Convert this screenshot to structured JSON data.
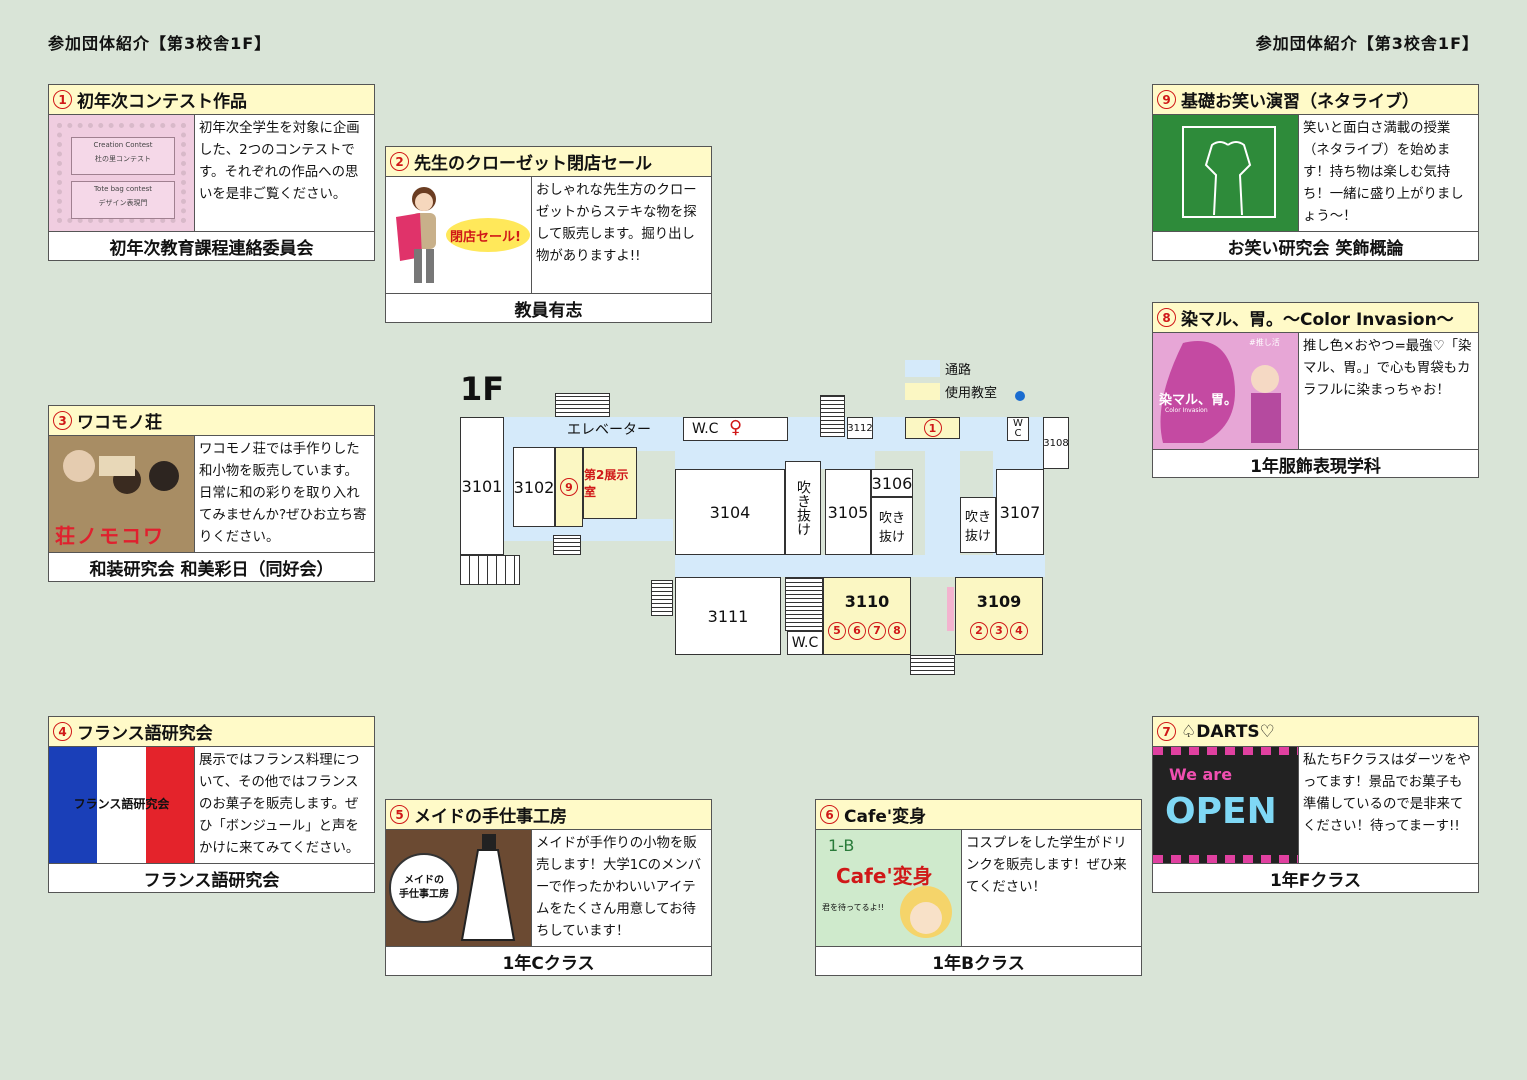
{
  "header": {
    "left": "参加団体紹介【第3校舎1F】",
    "right": "参加団体紹介【第3校舎1F】"
  },
  "cards": [
    {
      "num": "1",
      "title": "初年次コンテスト作品",
      "desc": "初年次全学生を対象に企画した、2つのコンテストです。それぞれの作品への思いを是非ご覧ください。",
      "org": "初年次教育課程連絡委員会",
      "img_text": [
        "Creation Contest",
        "杜の里コンテスト",
        "Tote bag contest",
        "デザイン表現門"
      ]
    },
    {
      "num": "2",
      "title": "先生のクローゼット閉店セール",
      "desc": "おしゃれな先生方のクローゼットからステキな物を探して販売します。掘り出し物がありますよ!!",
      "org": "教員有志",
      "img_text": [
        "閉店セール!"
      ]
    },
    {
      "num": "9",
      "title": "基礎お笑い演習（ネタライブ）",
      "desc": "笑いと面白さ満載の授業（ネタライブ）を始めます！持ち物は楽しむ気持ち！一緒に盛り上がりましょう〜！",
      "org": "お笑い研究会 笑飾概論"
    },
    {
      "num": "8",
      "title": "染マル、胃。〜Color Invasion〜",
      "desc": "推し色×おやつ=最強♡「染マル、胃。」で心も胃袋もカラフルに染まっちゃお！",
      "org": "1年服飾表現学科",
      "img_text": [
        "染マル、胃。",
        "Color Invasion",
        "#推し活"
      ]
    },
    {
      "num": "3",
      "title": "ワコモノ荘",
      "desc": "ワコモノ荘では手作りした和小物を販売しています。日常に和の彩りを取り入れてみませんか?ぜひお立ち寄りください。",
      "org": "和装研究会 和美彩日（同好会）",
      "img_text": [
        "荘ノモコワ"
      ]
    },
    {
      "num": "4",
      "title": "フランス語研究会",
      "desc": "展示ではフランス料理について、その他ではフランスのお菓子を販売します。ぜひ「ボンジュール」と声をかけに来てみてください。",
      "org": "フランス語研究会",
      "img_text": [
        "フランス語研究会"
      ]
    },
    {
      "num": "5",
      "title": "メイドの手仕事工房",
      "desc": "メイドが手作りの小物を販売します！大学1Cのメンバーで作ったかわいいアイテムをたくさん用意してお待ちしています！",
      "org": "1年Cクラス",
      "img_text": [
        "メイドの",
        "手仕事工房"
      ]
    },
    {
      "num": "6",
      "title": "Cafe'変身",
      "desc": "コスプレをした学生がドリンクを販売します！ぜひ来てください！",
      "org": "1年Bクラス",
      "img_text": [
        "1-B",
        "Cafe'変身",
        "君を待ってるよ!!"
      ]
    },
    {
      "num": "7",
      "title": "♤DARTS♡",
      "desc": "私たちFクラスはダーツをやってます！景品でお菓子も準備しているので是非来てください！待ってまーす!!",
      "org": "1年Fクラス",
      "img_text": [
        "We are",
        "OPEN"
      ]
    }
  ],
  "map": {
    "floor": "1F",
    "legend": {
      "corridor": "通路",
      "used": "使用教室"
    },
    "colors": {
      "corridor": "#d5eafa",
      "used": "#fbf7c3",
      "accent": "#d01818",
      "background": "#d9e4d7"
    },
    "labels": {
      "elevator": "エレベーター",
      "wc": "W.C",
      "wc_top": "W",
      "wc_bot": "C",
      "r3101": "3101",
      "r3102": "3102",
      "gallery": "第2展示室",
      "r3104": "3104",
      "atrium": "吹き抜け",
      "r3105": "3105",
      "r3106": "3106",
      "atrium2": "吹き抜け",
      "atrium3": "吹き抜け",
      "r3107": "3107",
      "r3108": "3108",
      "r3112": "3112",
      "r3111": "3111",
      "r3110": "3110",
      "r3109": "3109"
    },
    "markers": {
      "m3110": [
        "5",
        "6",
        "7",
        "8"
      ],
      "m3109": [
        "2",
        "3",
        "4"
      ],
      "m9": "9",
      "m1": "1"
    }
  }
}
